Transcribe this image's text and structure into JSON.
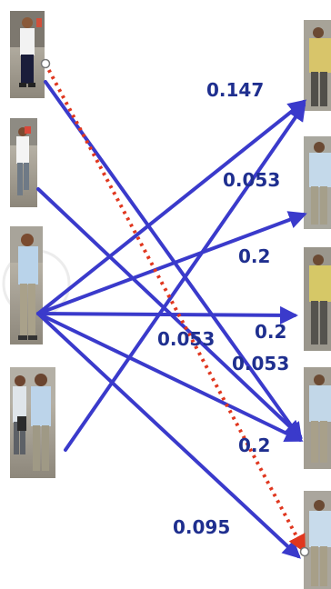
{
  "colors": {
    "edge": "#3a3acb",
    "best_match": "#e0371f",
    "label": "#1f2f8f",
    "background": "#ffffff"
  },
  "weights": [
    {
      "id": "w1",
      "text": "0.147"
    },
    {
      "id": "w2",
      "text": "0.053"
    },
    {
      "id": "w3",
      "text": "0.2"
    },
    {
      "id": "w4",
      "text": "0.2"
    },
    {
      "id": "w5",
      "text": "0.053"
    },
    {
      "id": "w6",
      "text": "0.053"
    },
    {
      "id": "w7",
      "text": "0.2"
    },
    {
      "id": "w8",
      "text": "0.095"
    }
  ],
  "query_images": [
    {
      "id": "q1",
      "figure": "person-dark-pants"
    },
    {
      "id": "q2",
      "figure": "person-white-shirt-walking"
    },
    {
      "id": "q3",
      "figure": "person-light-blue-shirt"
    },
    {
      "id": "q4",
      "figure": "two-persons-walking"
    }
  ],
  "gallery_images": [
    {
      "id": "g1",
      "figure": "person-yellow-shirt"
    },
    {
      "id": "g2",
      "figure": "person-light-blue-shirt"
    },
    {
      "id": "g3",
      "figure": "person-yellow-shirt"
    },
    {
      "id": "g4",
      "figure": "person-light-blue-shirt"
    },
    {
      "id": "g5",
      "figure": "person-light-blue-shirt"
    }
  ]
}
